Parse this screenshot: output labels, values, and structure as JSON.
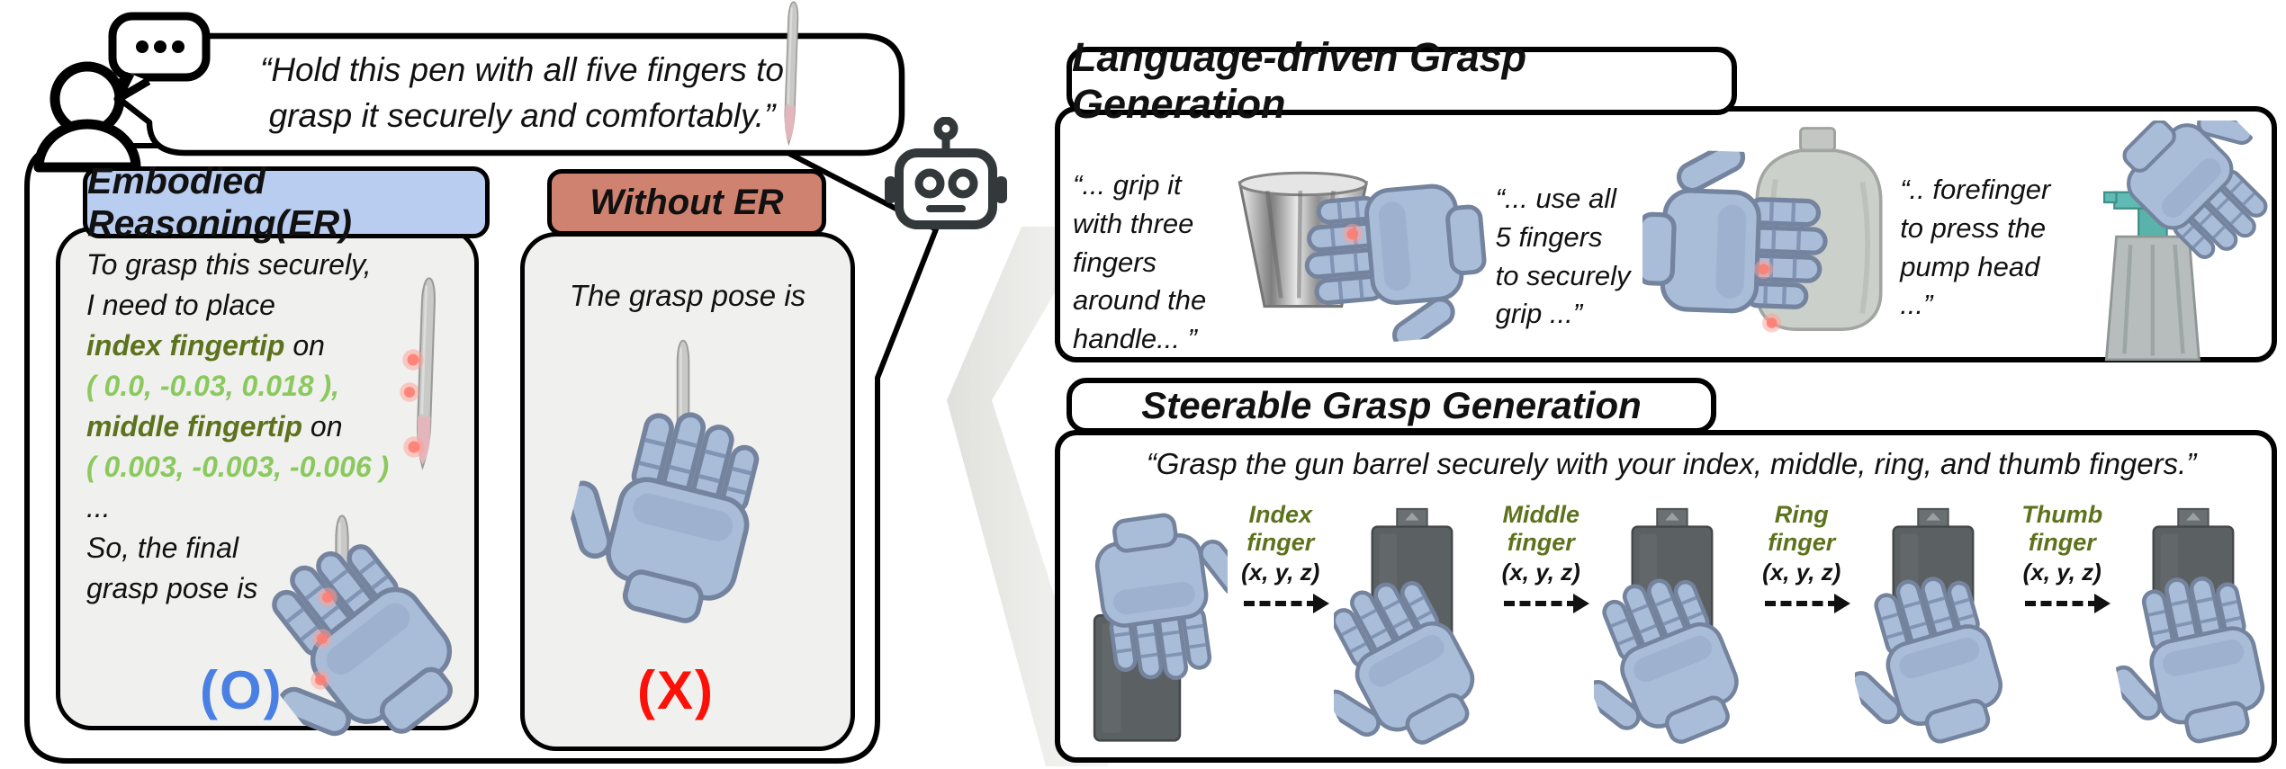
{
  "colors": {
    "er_header_bg": "#b9cdf0",
    "without_header_bg": "#d08270",
    "panel_body_bg": "#f0f0ee",
    "finger_name_olive": "#5d721c",
    "coords_green": "#8bc95e",
    "result_correct_blue": "#4a80e4",
    "result_wrong_red": "#fb1108",
    "hand_blue": "#a9bdd9",
    "contact_glow_red": "#ff7d72",
    "object_gray": "#5b6063",
    "pump_teal": "#5fbcb4",
    "outline_black": "#000000"
  },
  "icons": {
    "person-icon": "outlined person bust with chat bubble and three dots",
    "robot-icon": "outlined robot head with antenna, eyes and mouth",
    "pen-icon": "gray stylus pen with pink tip",
    "robot-hand-icon": "blue multi-finger robotic hand render",
    "dashed-arrow-icon": "black dashed arrow pointing right",
    "flow-chevron-icon": "large light-gray chevron pointing left"
  },
  "speech": {
    "prompt": "“Hold this pen with all five fingers to\ngrasp it securely and comfortably.”"
  },
  "er_panel": {
    "title": "Embodied Reasoning(ER)",
    "reasoning_l1": "To grasp this securely,",
    "reasoning_l2": "I need to place",
    "finger1": "index fingertip",
    "on1": " on",
    "coords1": "( 0.0, -0.03, 0.018 ),",
    "finger2": "middle fingertip",
    "on2": " on",
    "coords2": "( 0.003, -0.003, -0.006 )",
    "ellipsis": "...",
    "final_l1": "So, the final",
    "final_l2": "grasp pose is",
    "result": "(O)"
  },
  "without_panel": {
    "title": "Without ER",
    "body": "The grasp pose is",
    "result": "(X)"
  },
  "language_panel": {
    "title": "Language-driven Grasp Generation",
    "examples": [
      {
        "quote": "“... grip it\nwith three\nfingers\naround the\nhandle... ”"
      },
      {
        "quote": "“... use all\n5 fingers\nto securely\ngrip ...”"
      },
      {
        "quote": "“.. forefinger\nto press the\npump head\n...”"
      }
    ]
  },
  "steerable_panel": {
    "title": "Steerable Grasp Generation",
    "instruction": "“Grasp the gun barrel securely with your index, middle, ring, and thumb fingers.”",
    "steps": [
      {
        "finger": "Index\nfinger",
        "coords": "(x, y, z)"
      },
      {
        "finger": "Middle\nfinger",
        "coords": "(x, y, z)"
      },
      {
        "finger": "Ring\nfinger",
        "coords": "(x, y, z)"
      },
      {
        "finger": "Thumb\nfinger",
        "coords": "(x, y, z)"
      }
    ]
  }
}
